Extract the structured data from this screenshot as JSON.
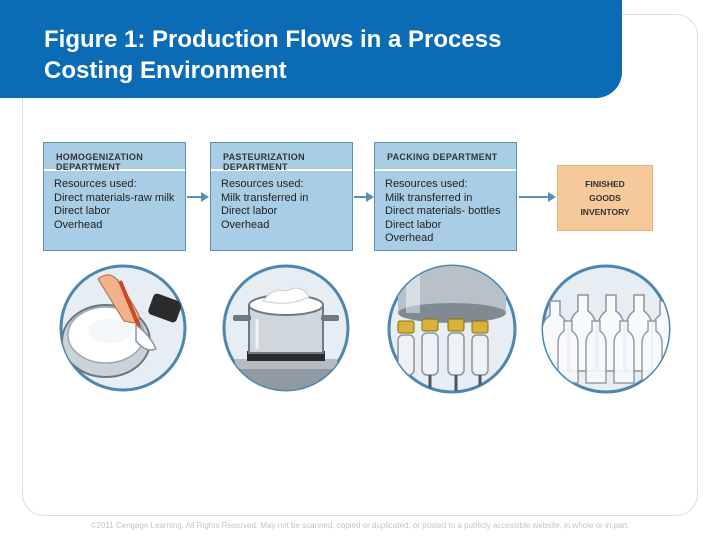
{
  "slide": {
    "title_line1": "Figure 1: Production Flows in a Process",
    "title_line2": "Costing Environment",
    "footer": "©2011 Cengage Learning. All Rights Reserved. May not be scanned, copied or duplicated, or posted to a publicly accessible website, in whole or in part.",
    "title_color": "#0b6cb5"
  },
  "departments": [
    {
      "name": "Homogenization Department",
      "resources_label": "Resources used:",
      "items": [
        "Direct materials-raw milk",
        "Direct labor",
        "Overhead"
      ]
    },
    {
      "name": "Pasteurization Department",
      "resources_label": "Resources used:",
      "items": [
        "Milk transferred in",
        "Direct labor",
        "Overhead"
      ]
    },
    {
      "name": "Packing Department",
      "resources_label": "Resources used:",
      "items": [
        "Milk transferred in",
        "Direct materials- bottles",
        "Direct labor",
        "Overhead"
      ]
    }
  ],
  "finished_goods": {
    "line1": "Finished",
    "line2": "Goods",
    "line3": "Inventory"
  },
  "colors": {
    "department_box": "#a8cde4",
    "finished_goods_box": "#f5c99a",
    "arrow": "#5a8fb3"
  },
  "illustrations": [
    "mixing-milk-icon",
    "cooking-pot-icon",
    "bottling-machine-icon",
    "milk-bottles-icon"
  ]
}
